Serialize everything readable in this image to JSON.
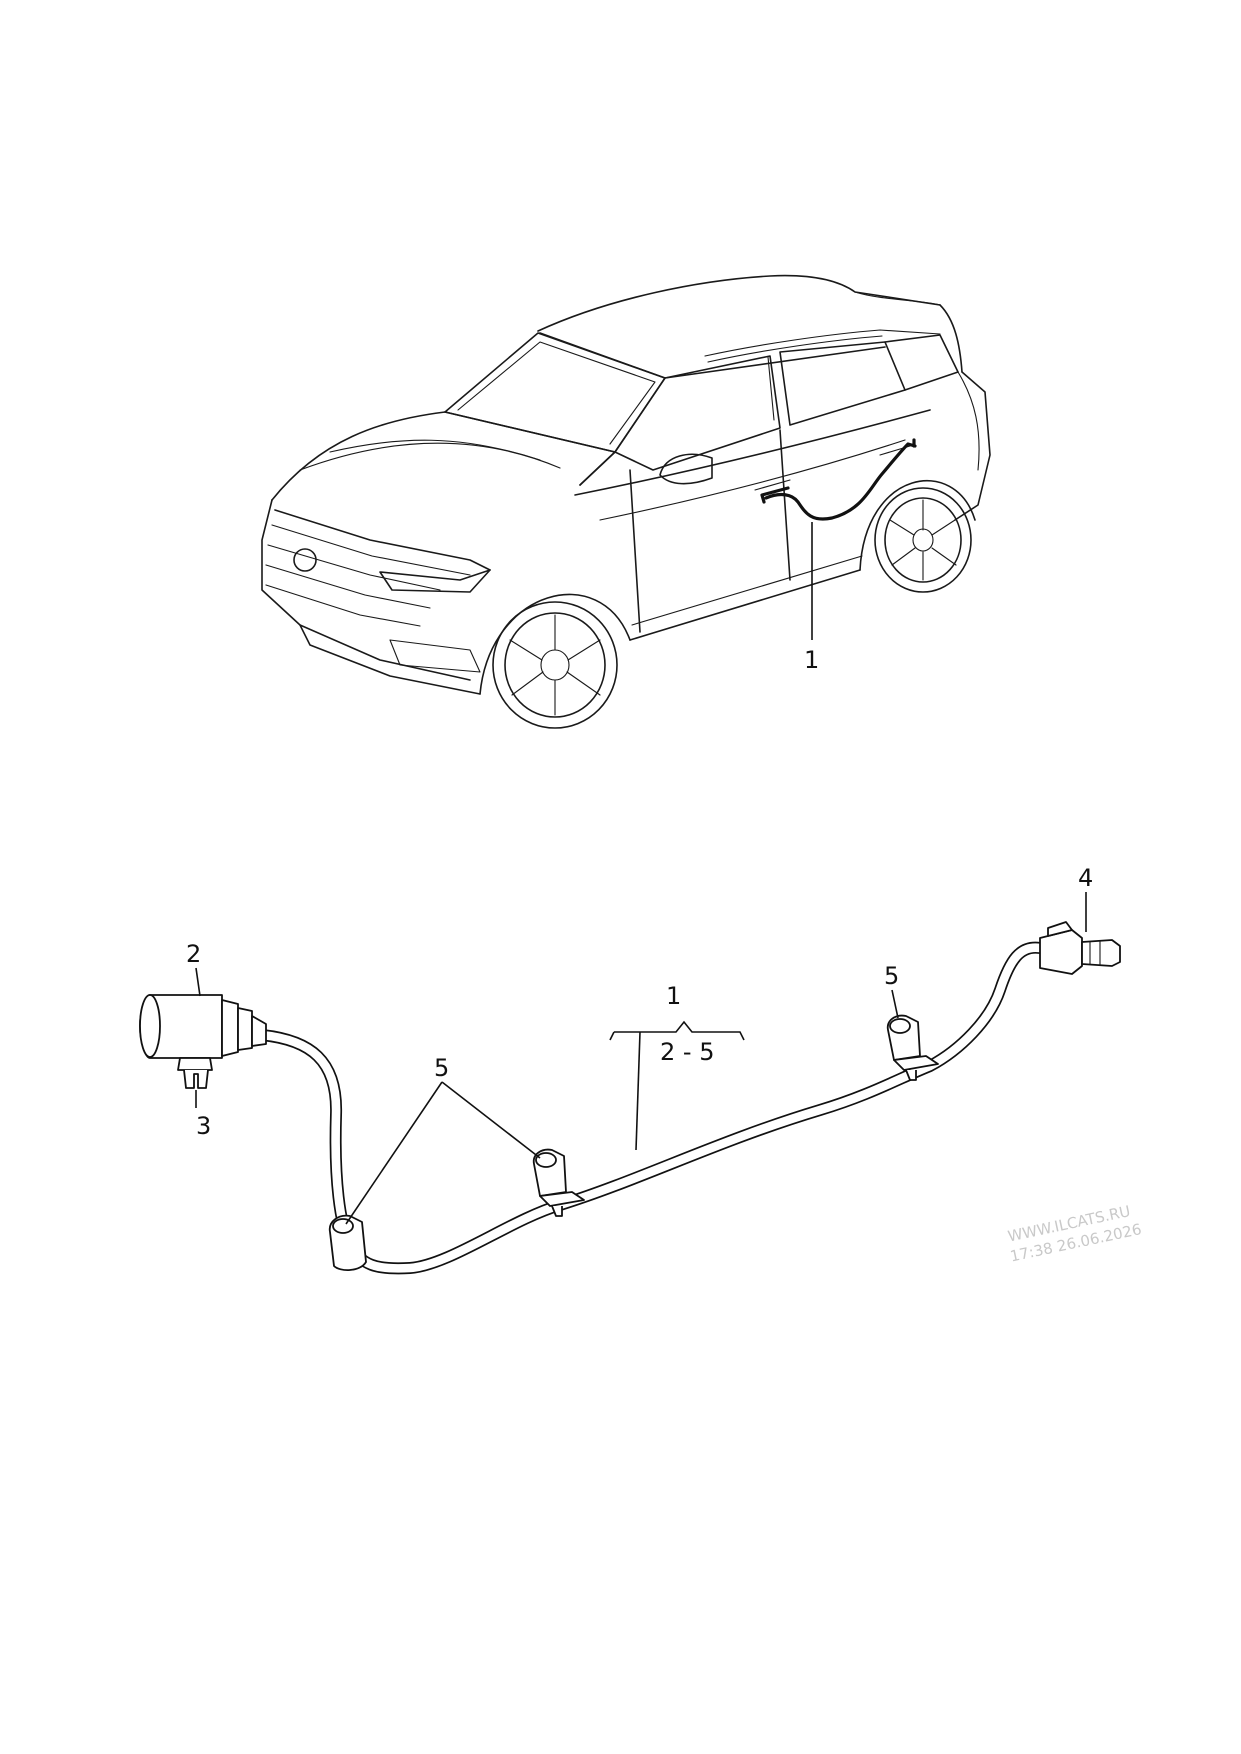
{
  "diagram": {
    "callouts": {
      "car_harness": "1",
      "assembly_number": "1",
      "assembly_range": "2 - 5",
      "sensor": "2",
      "clip": "3",
      "connector": "4",
      "holder_left": "5",
      "holder_right": "5"
    },
    "watermark": {
      "line1": "WWW.ILCATS.RU",
      "line2": "17:38 26.06.2026"
    }
  }
}
